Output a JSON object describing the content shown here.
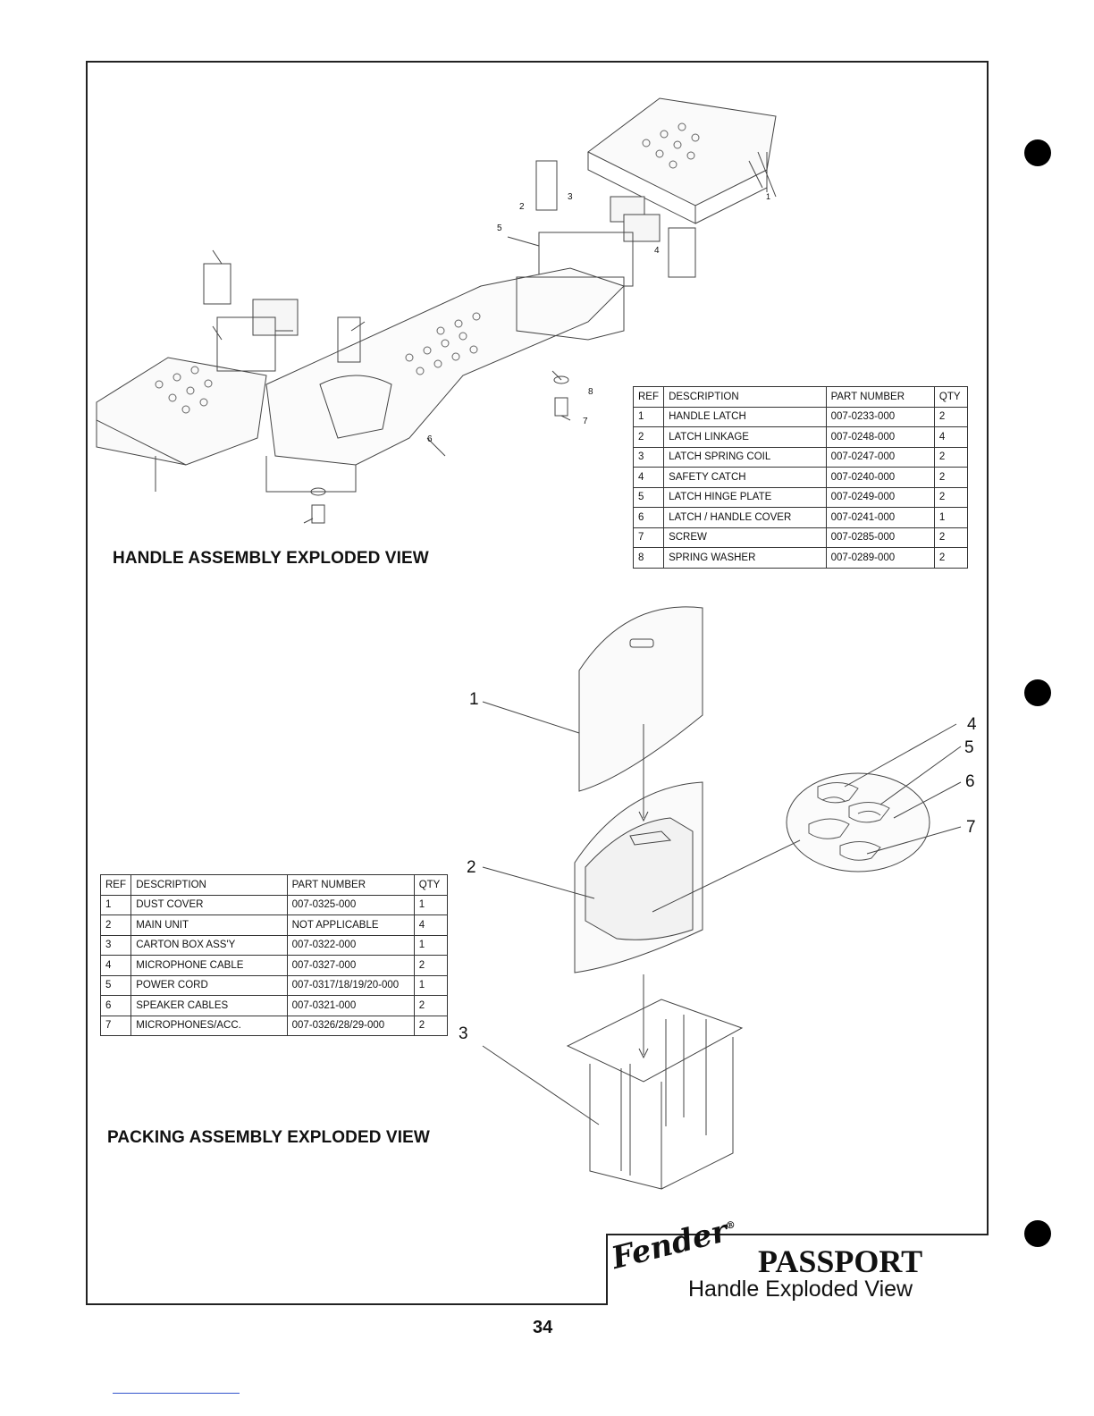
{
  "handle_assembly": {
    "caption": "HANDLE ASSEMBLY EXPLODED VIEW",
    "callouts": [
      "1",
      "2",
      "3",
      "4",
      "5",
      "6",
      "7",
      "8"
    ],
    "parts_table": {
      "headers": [
        "REF",
        "DESCRIPTION",
        "PART NUMBER",
        "QTY"
      ],
      "rows": [
        [
          "1",
          "HANDLE LATCH",
          "007-0233-000",
          "2"
        ],
        [
          "2",
          "LATCH LINKAGE",
          "007-0248-000",
          "4"
        ],
        [
          "3",
          "LATCH SPRING COIL",
          "007-0247-000",
          "2"
        ],
        [
          "4",
          "SAFETY CATCH",
          "007-0240-000",
          "2"
        ],
        [
          "5",
          "LATCH HINGE PLATE",
          "007-0249-000",
          "2"
        ],
        [
          "6",
          "LATCH / HANDLE COVER",
          "007-0241-000",
          "1"
        ],
        [
          "7",
          "SCREW",
          "007-0285-000",
          "2"
        ],
        [
          "8",
          "SPRING WASHER",
          "007-0289-000",
          "2"
        ]
      ]
    }
  },
  "packing_assembly": {
    "caption": "PACKING  ASSEMBLY EXPLODED VIEW",
    "callouts": [
      "1",
      "2",
      "3",
      "4",
      "5",
      "6",
      "7"
    ],
    "parts_table": {
      "headers": [
        "REF",
        "DESCRIPTION",
        "PART NUMBER",
        "QTY"
      ],
      "rows": [
        [
          "1",
          "DUST COVER",
          "007-0325-000",
          "1"
        ],
        [
          "2",
          "MAIN UNIT",
          "NOT APPLICABLE",
          "4"
        ],
        [
          "3",
          "CARTON BOX ASS'Y",
          "007-0322-000",
          "1"
        ],
        [
          "4",
          "MICROPHONE CABLE",
          "007-0327-000",
          "2"
        ],
        [
          "5",
          "POWER CORD",
          "007-0317/18/19/20-000",
          "1"
        ],
        [
          "6",
          "SPEAKER CABLES",
          "007-0321-000",
          "2"
        ],
        [
          "7",
          "MICROPHONES/ACC.",
          "007-0326/28/29-000",
          "2"
        ]
      ]
    }
  },
  "title_block": {
    "brand": "Fender",
    "brand_mark": "®",
    "model": "PASSPORT",
    "subtitle": "Handle  Exploded View"
  },
  "page_number": "34"
}
